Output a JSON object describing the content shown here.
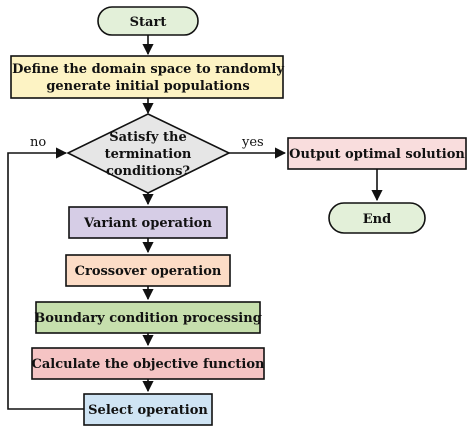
{
  "nodes": {
    "start": {
      "label": "Start",
      "fill": "#e3f0d9"
    },
    "define": {
      "line1": "Define the domain space to randomly",
      "line2": "generate initial populations",
      "fill": "#fdf3c4"
    },
    "decision": {
      "line1": "Satisfy the",
      "line2": "termination",
      "line3": "conditions?",
      "fill": "#e6e6e6"
    },
    "output": {
      "label": "Output optimal solution",
      "fill": "#f9dddd"
    },
    "end": {
      "label": "End",
      "fill": "#e3f0d9"
    },
    "variant": {
      "label": "Variant operation",
      "fill": "#d6cde6"
    },
    "crossover": {
      "label": "Crossover operation",
      "fill": "#fcdcc6"
    },
    "boundary": {
      "label": "Boundary condition processing",
      "fill": "#c6dfad"
    },
    "calculate": {
      "label": "Calculate the objective function",
      "fill": "#f5c4c4"
    },
    "select": {
      "label": "Select operation",
      "fill": "#cfe4f4"
    }
  },
  "edges": {
    "no_label": "no",
    "yes_label": "yes"
  },
  "colors": {
    "stroke": "#111111"
  }
}
